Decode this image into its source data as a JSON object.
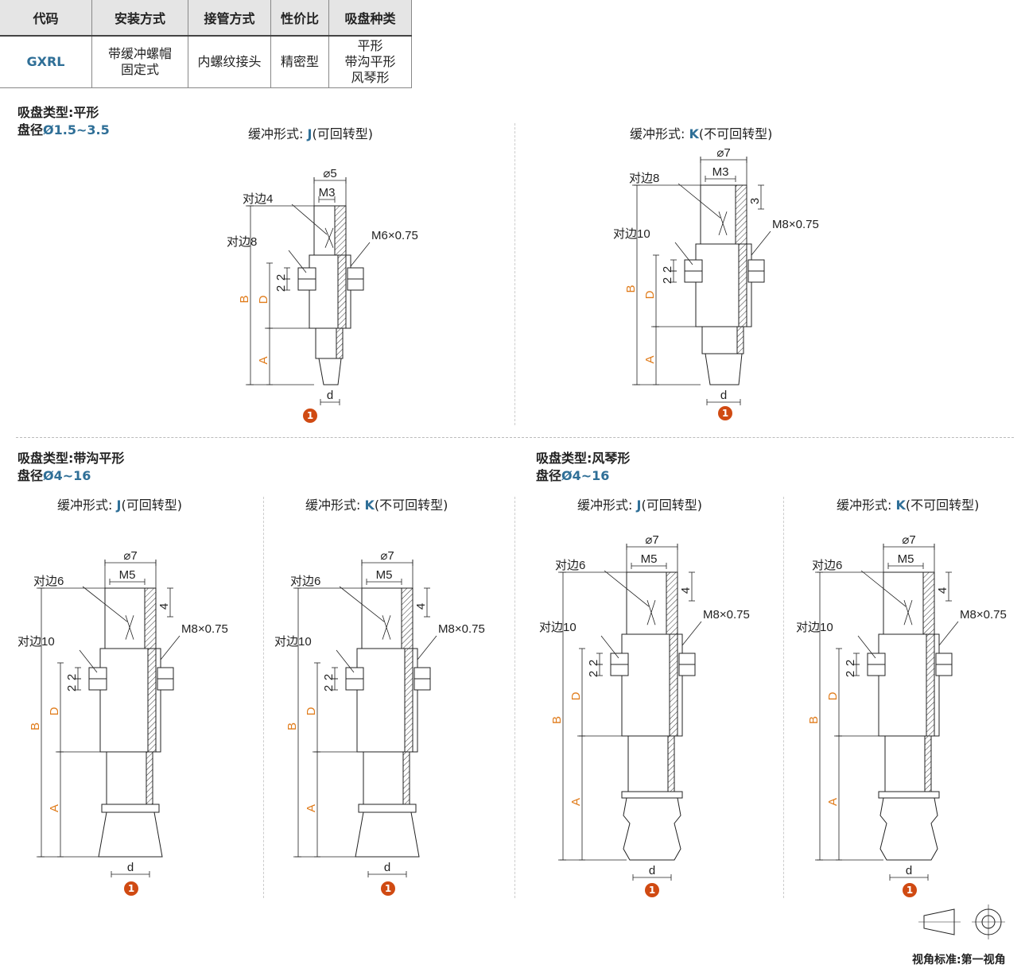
{
  "table": {
    "headers": [
      "代码",
      "安装方式",
      "接管方式",
      "性价比",
      "吸盘种类"
    ],
    "code": "GXRL",
    "mount": [
      "带缓冲螺帽",
      "固定式"
    ],
    "pipe": "内螺纹接头",
    "value": "精密型",
    "cups": [
      "平形",
      "带沟平形",
      "风琴形"
    ]
  },
  "sections": [
    {
      "type_label": "吸盘类型:平形",
      "dia_prefix": "盘径",
      "dia_value": "Ø1.5~3.5"
    },
    {
      "type_label": "吸盘类型:带沟平形",
      "dia_prefix": "盘径",
      "dia_value": "Ø4~16"
    },
    {
      "type_label": "吸盘类型:风琴形",
      "dia_prefix": "盘径",
      "dia_value": "Ø4~16"
    }
  ],
  "captions": {
    "prefix": "缓冲形式:",
    "j_letter": "J",
    "j_text": "(可回转型)",
    "k_letter": "K",
    "k_text": "(不可回转型)"
  },
  "footer": "视角标准:第一视角",
  "badge": "1",
  "dims": {
    "d": "d",
    "A": "A",
    "B": "B",
    "D": "D",
    "two": "2",
    "three": "3",
    "four": "4",
    "dia5": "⌀5",
    "dia7": "⌀7",
    "m3": "M3",
    "m5": "M5",
    "m6": "M6×0.75",
    "m8": "M8×0.75",
    "side4": "对边4",
    "side6": "对边6",
    "side8": "对边8",
    "side10": "对边10"
  },
  "colors": {
    "accent": "#2f6f97",
    "orange": "#e07b1a",
    "badge": "#d04a12"
  }
}
